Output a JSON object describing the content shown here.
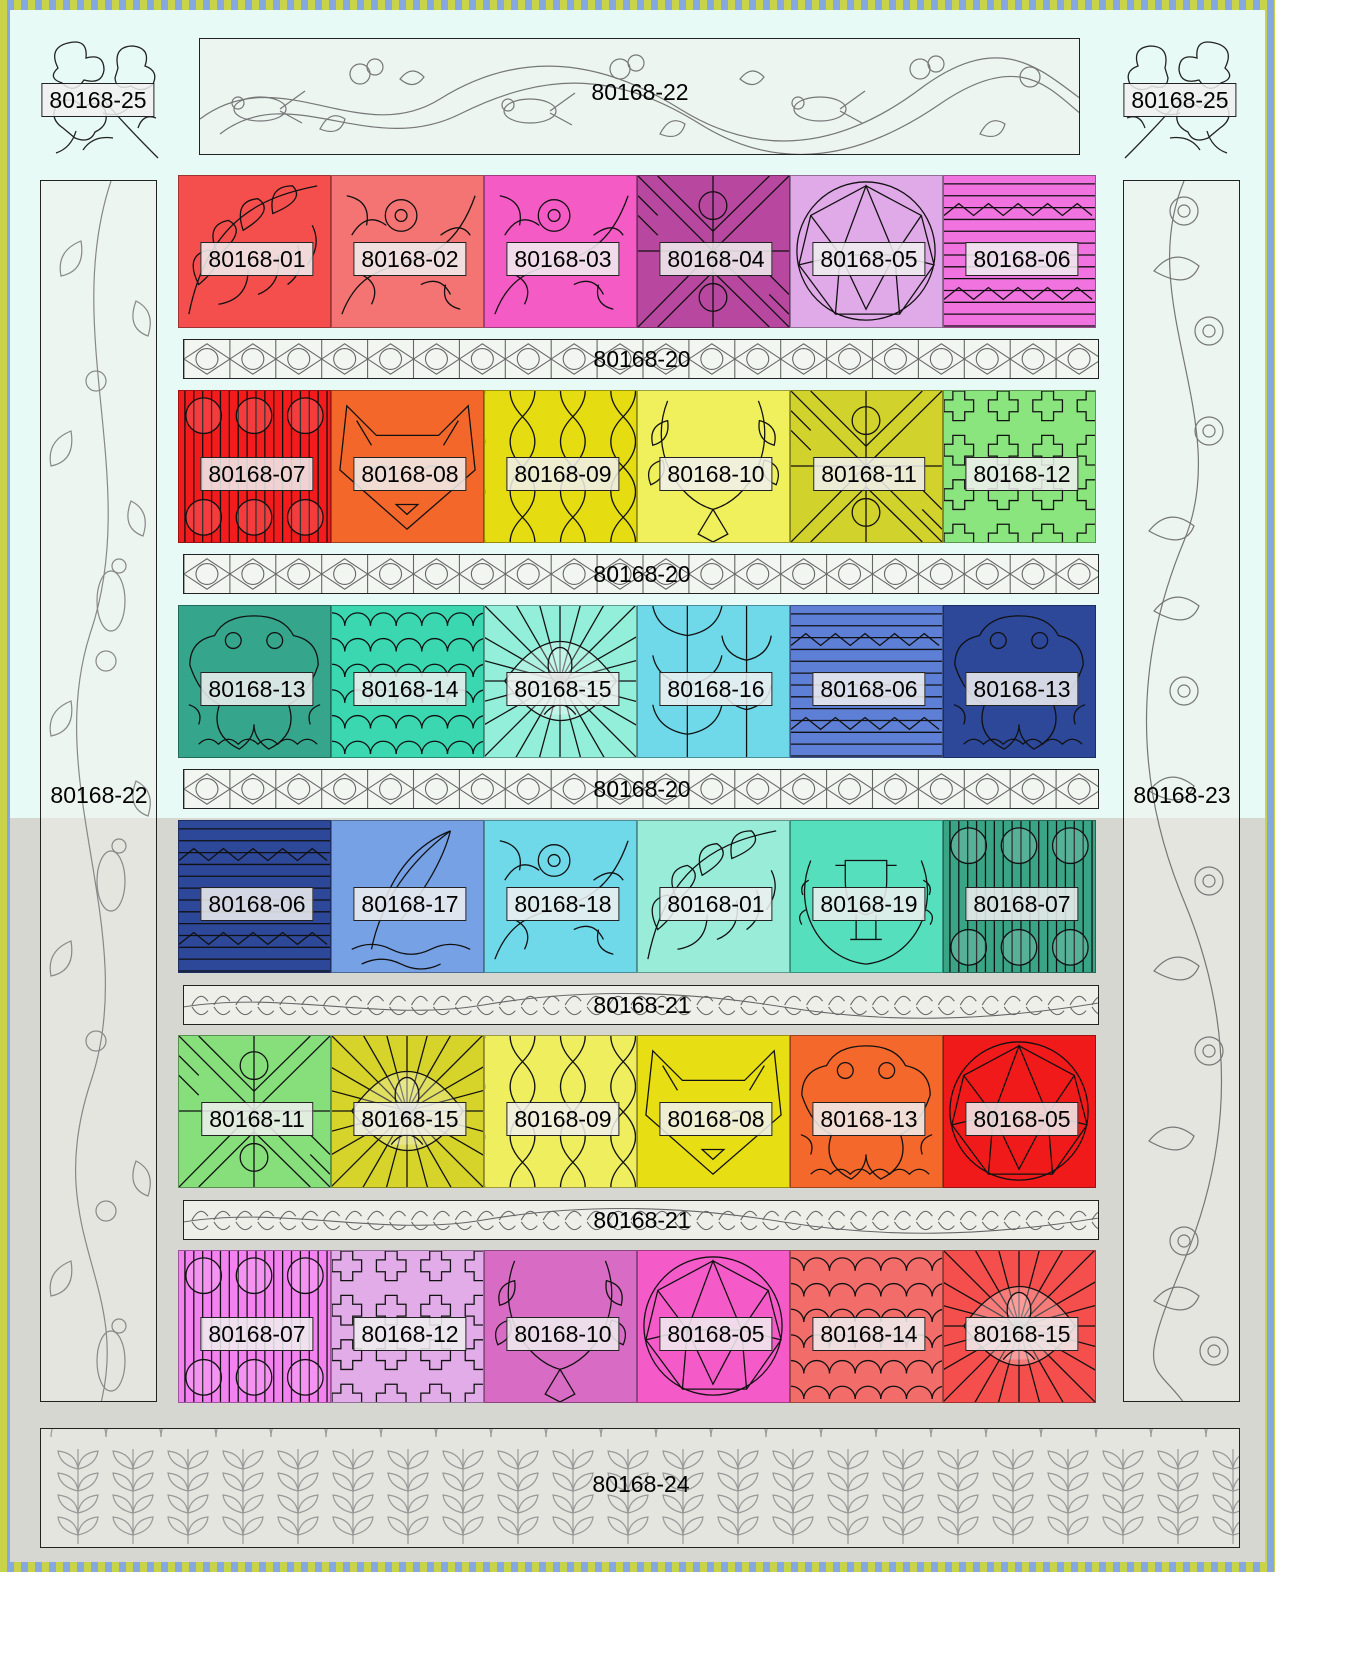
{
  "colors": {
    "stripe_yellow": "#c9d34a",
    "stripe_blue": "#86a8e0",
    "upper_background": "#e7faf5",
    "lower_background": "#d7d7d1"
  },
  "top_border": {
    "label": "80168-22"
  },
  "corner_left": {
    "label": "80168-25"
  },
  "corner_right": {
    "label": "80168-25"
  },
  "left_border": {
    "label": "80168-22"
  },
  "right_border": {
    "label": "80168-23"
  },
  "bottom_border": {
    "label": "80168-24"
  },
  "rows": [
    {
      "blocks": [
        {
          "label": "80168-01",
          "color": "#f44f4d",
          "motif": "feather-swirl"
        },
        {
          "label": "80168-02",
          "color": "#f37472",
          "motif": "floral-scroll"
        },
        {
          "label": "80168-03",
          "color": "#f45bc4",
          "motif": "floral-scroll"
        },
        {
          "label": "80168-04",
          "color": "#b7479f",
          "motif": "geometric-triangles"
        },
        {
          "label": "80168-05",
          "color": "#e0a9e8",
          "motif": "faceted-gem"
        },
        {
          "label": "80168-06",
          "color": "#f173df",
          "motif": "chevron-stripes"
        }
      ]
    },
    {
      "blocks": [
        {
          "label": "80168-07",
          "color": "#f31b1b",
          "motif": "circles-stripes"
        },
        {
          "label": "80168-08",
          "color": "#f4672b",
          "motif": "fox-face"
        },
        {
          "label": "80168-09",
          "color": "#e6dc12",
          "motif": "lattice-arches"
        },
        {
          "label": "80168-10",
          "color": "#f0ef5c",
          "motif": "leaf-wreath"
        },
        {
          "label": "80168-11",
          "color": "#d2d22c",
          "motif": "geometric-triangles"
        },
        {
          "label": "80168-12",
          "color": "#8be57e",
          "motif": "crosses"
        }
      ]
    },
    {
      "blocks": [
        {
          "label": "80168-13",
          "color": "#35a58b",
          "motif": "frog-ornament"
        },
        {
          "label": "80168-14",
          "color": "#3ad7b0",
          "motif": "scallops"
        },
        {
          "label": "80168-15",
          "color": "#93efd9",
          "motif": "sunburst-bird"
        },
        {
          "label": "80168-16",
          "color": "#6fd9ea",
          "motif": "leaf-branches"
        },
        {
          "label": "80168-06",
          "color": "#5e7fd6",
          "motif": "chevron-stripes"
        },
        {
          "label": "80168-13",
          "color": "#2d4799",
          "motif": "frog-ornament"
        }
      ]
    },
    {
      "blocks": [
        {
          "label": "80168-06",
          "color": "#2d4799",
          "motif": "chevron-stripes"
        },
        {
          "label": "80168-17",
          "color": "#76a1e4",
          "motif": "feather-quill"
        },
        {
          "label": "80168-18",
          "color": "#6fd9ea",
          "motif": "floral-scroll"
        },
        {
          "label": "80168-01",
          "color": "#98ecd8",
          "motif": "feather-swirl"
        },
        {
          "label": "80168-19",
          "color": "#55dfbd",
          "motif": "trophy-wreath"
        },
        {
          "label": "80168-07",
          "color": "#3aa487",
          "motif": "circles-stripes"
        }
      ]
    },
    {
      "blocks": [
        {
          "label": "80168-11",
          "color": "#86df7b",
          "motif": "geometric-triangles"
        },
        {
          "label": "80168-15",
          "color": "#d6d42a",
          "motif": "sunburst-bird"
        },
        {
          "label": "80168-09",
          "color": "#eeee5e",
          "motif": "lattice-arches"
        },
        {
          "label": "80168-08",
          "color": "#e8de14",
          "motif": "fox-face"
        },
        {
          "label": "80168-13",
          "color": "#f4682b",
          "motif": "frog-ornament"
        },
        {
          "label": "80168-05",
          "color": "#f01a1a",
          "motif": "faceted-gem"
        }
      ]
    },
    {
      "blocks": [
        {
          "label": "80168-07",
          "color": "#f381f0",
          "motif": "circles-stripes"
        },
        {
          "label": "80168-12",
          "color": "#e2ace8",
          "motif": "crosses"
        },
        {
          "label": "80168-10",
          "color": "#d86bc4",
          "motif": "leaf-wreath"
        },
        {
          "label": "80168-05",
          "color": "#f45bc8",
          "motif": "faceted-gem"
        },
        {
          "label": "80168-14",
          "color": "#f26d6a",
          "motif": "scallops"
        },
        {
          "label": "80168-15",
          "color": "#f44f4d",
          "motif": "sunburst-bird"
        }
      ]
    }
  ],
  "sashings": [
    {
      "label": "80168-20",
      "motif": "diamond-circle"
    },
    {
      "label": "80168-20",
      "motif": "diamond-circle"
    },
    {
      "label": "80168-20",
      "motif": "diamond-circle"
    },
    {
      "label": "80168-21",
      "motif": "feather-vine"
    },
    {
      "label": "80168-21",
      "motif": "feather-vine"
    }
  ]
}
